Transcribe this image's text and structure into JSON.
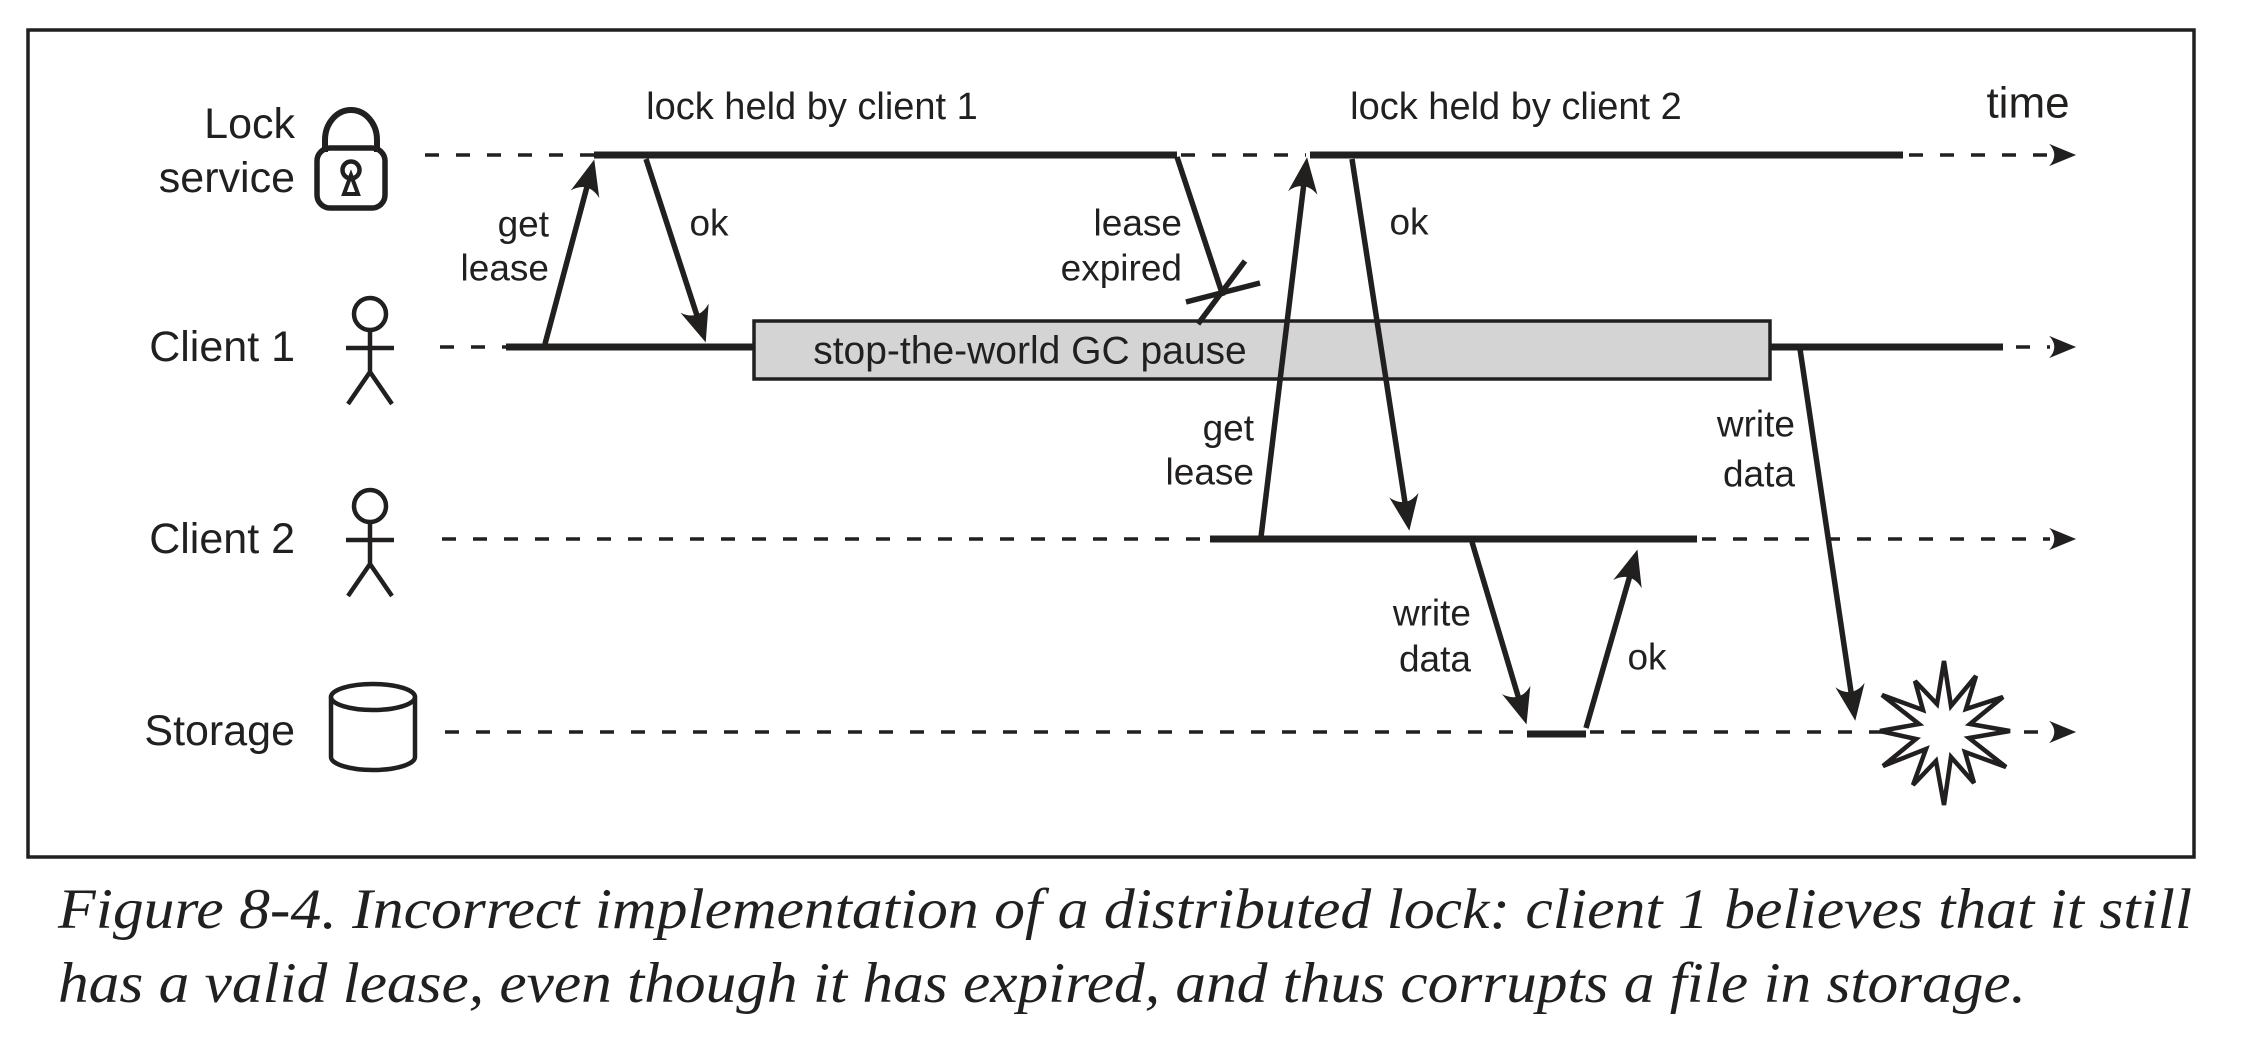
{
  "figure": {
    "caption": {
      "line1": "Figure 8-4. Incorrect implementation of a distributed lock: client 1 believes that it still",
      "line2": "has a valid lease, even though it has expired, and thus corrupts a file in storage."
    }
  },
  "diagram": {
    "time_label": "time",
    "lanes": [
      {
        "label_line1": "Lock",
        "label_line2": "service",
        "icon": "padlock-icon"
      },
      {
        "label": "Client 1",
        "icon": "person-icon"
      },
      {
        "label": "Client 2",
        "icon": "person-icon"
      },
      {
        "label": "Storage",
        "icon": "database-cylinder-icon"
      }
    ],
    "annotations": {
      "lock_held_by_client_1": "lock held by client 1",
      "lock_held_by_client_2": "lock held by client 2",
      "gc_pause": "stop-the-world GC pause"
    },
    "messages": {
      "get_lease_1": [
        "get",
        "lease"
      ],
      "ok_1": "ok",
      "lease_expired": [
        "lease",
        "expired"
      ],
      "get_lease_2": [
        "get",
        "lease"
      ],
      "ok_2": "ok",
      "write_data_1": [
        "write",
        "data"
      ],
      "ok_3": "ok",
      "write_data_2": [
        "write",
        "data"
      ]
    },
    "colors": {
      "ink": "#221f1f",
      "gc_box_fill": "#d4d4d4",
      "background": "#ffffff"
    }
  }
}
